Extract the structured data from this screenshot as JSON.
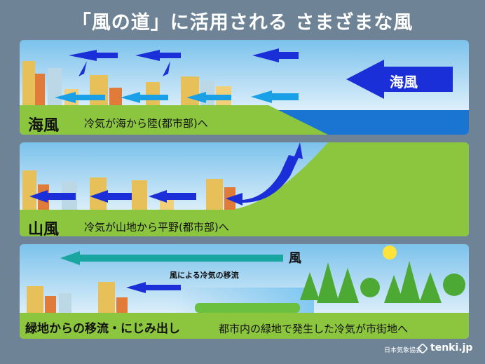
{
  "title": "「風の道」に活用される さまざまな風",
  "panels": [
    {
      "heading": "海風",
      "description": "冷気が海から陸(都市部)へ",
      "badge": "海風"
    },
    {
      "heading": "山風",
      "description": "冷気が山地から平野(都市部)へ"
    },
    {
      "heading": "緑地からの移流・にじみ出し",
      "description": "都市内の緑地で発生した冷気が市街地へ",
      "wind_label": "風",
      "flow_label": "風による冷気の移流"
    }
  ],
  "footer": {
    "credit": "日本気象協会",
    "brand": "tenki.jp"
  },
  "colors": {
    "sky": "#7ec3ea",
    "land": "#8cc63f",
    "sea": "#1a74d2",
    "arrow_dark": "#1a2fd8",
    "arrow_light": "#1aa0e6",
    "arrow_teal": "#1aa6a0"
  }
}
